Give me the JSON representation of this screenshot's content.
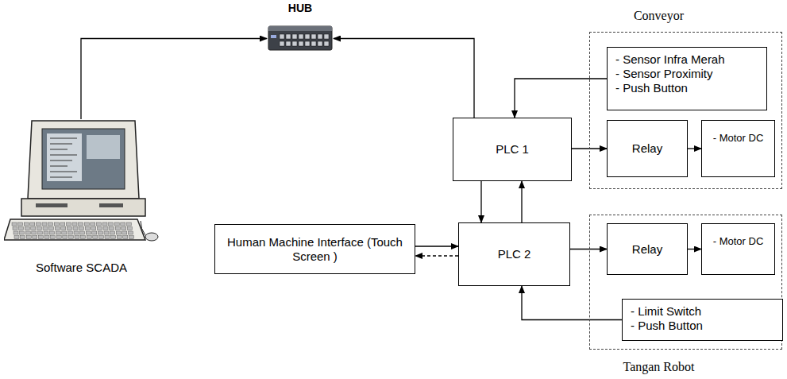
{
  "diagram": {
    "nodes": [
      {
        "text": [
          "HUB"
        ]
      },
      {
        "text": [
          "Software SCADA"
        ]
      },
      {
        "text": [
          "Conveyor"
        ]
      },
      {
        "text": [
          "- Sensor Infra Merah - Sensor Proximity - Push Button"
        ],
        "in": 2
      },
      {
        "text": [
          "Relay"
        ],
        "in": 2
      },
      {
        "text": [
          "- Motor DC"
        ],
        "in": 2
      },
      {
        "text": [
          "PLC 1"
        ]
      },
      {
        "text": [
          "Human Machine Interface (Touch Screen )"
        ]
      },
      {
        "text": [
          "PLC 2"
        ]
      },
      {
        "text": [
          "Tangan Robot"
        ]
      },
      {
        "text": [
          "Relay"
        ],
        "in": 9
      },
      {
        "text": [
          "- Motor DC"
        ],
        "in": 9
      },
      {
        "text": [
          "- Limit Switch - Push Button"
        ],
        "in": 9
      }
    ],
    "edges": [
      {
        "from": 1,
        "to": 0,
        "arrow": "to"
      },
      {
        "from": 6,
        "to": 0,
        "arrow": "to"
      },
      {
        "from": 3,
        "to": 6,
        "arrow": "to"
      },
      {
        "from": 6,
        "to": 8,
        "arrow": "to"
      },
      {
        "from": 8,
        "to": 6,
        "arrow": "to"
      },
      {
        "from": 6,
        "to": 4,
        "arrow": "to"
      },
      {
        "from": 4,
        "to": 5,
        "arrow": "to"
      },
      {
        "from": 7,
        "to": 8,
        "arrow": "to"
      },
      {
        "from": 8,
        "to": 7,
        "arrow": "to"
      },
      {
        "from": 8,
        "to": 10,
        "arrow": "to"
      },
      {
        "from": 10,
        "to": 11,
        "arrow": "to"
      },
      {
        "from": 12,
        "to": 8,
        "arrow": "to"
      }
    ]
  }
}
